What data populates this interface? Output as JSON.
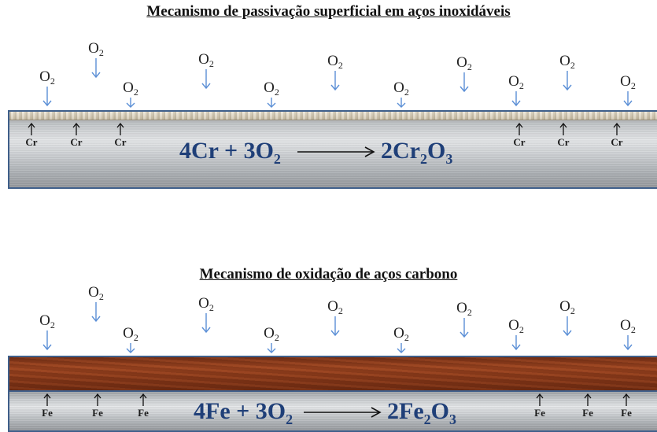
{
  "passivation": {
    "title": "Mecanismo de passivação superficial em aços inoxidáveis",
    "oxygen_label": "O",
    "oxygen_subscript": "2",
    "metal_label": "Cr",
    "equation": {
      "reactant_1": "4Cr",
      "plus": "+",
      "reactant_2_coeff": "3O",
      "reactant_2_sub": "2",
      "product_main": "2Cr",
      "product_sub_1": "2",
      "product_o": "O",
      "product_sub_2": "3"
    }
  },
  "oxidation": {
    "title": "Mecanismo de oxidação de aços carbono",
    "oxygen_label": "O",
    "oxygen_subscript": "2",
    "metal_label": "Fe",
    "equation": {
      "reactant_1": "4Fe",
      "plus": "+",
      "reactant_2_coeff": "3O",
      "reactant_2_sub": "2",
      "product_main": "2Fe",
      "product_sub_1": "2",
      "product_o": "O",
      "product_sub_2": "3"
    }
  },
  "colors": {
    "equation_text": "#1f3f78",
    "oxygen_arrow": "#5b8fd6",
    "steel_border": "#3f5f8a",
    "rust": "#8a3a1a",
    "oxide_film": "#d9cfba"
  }
}
